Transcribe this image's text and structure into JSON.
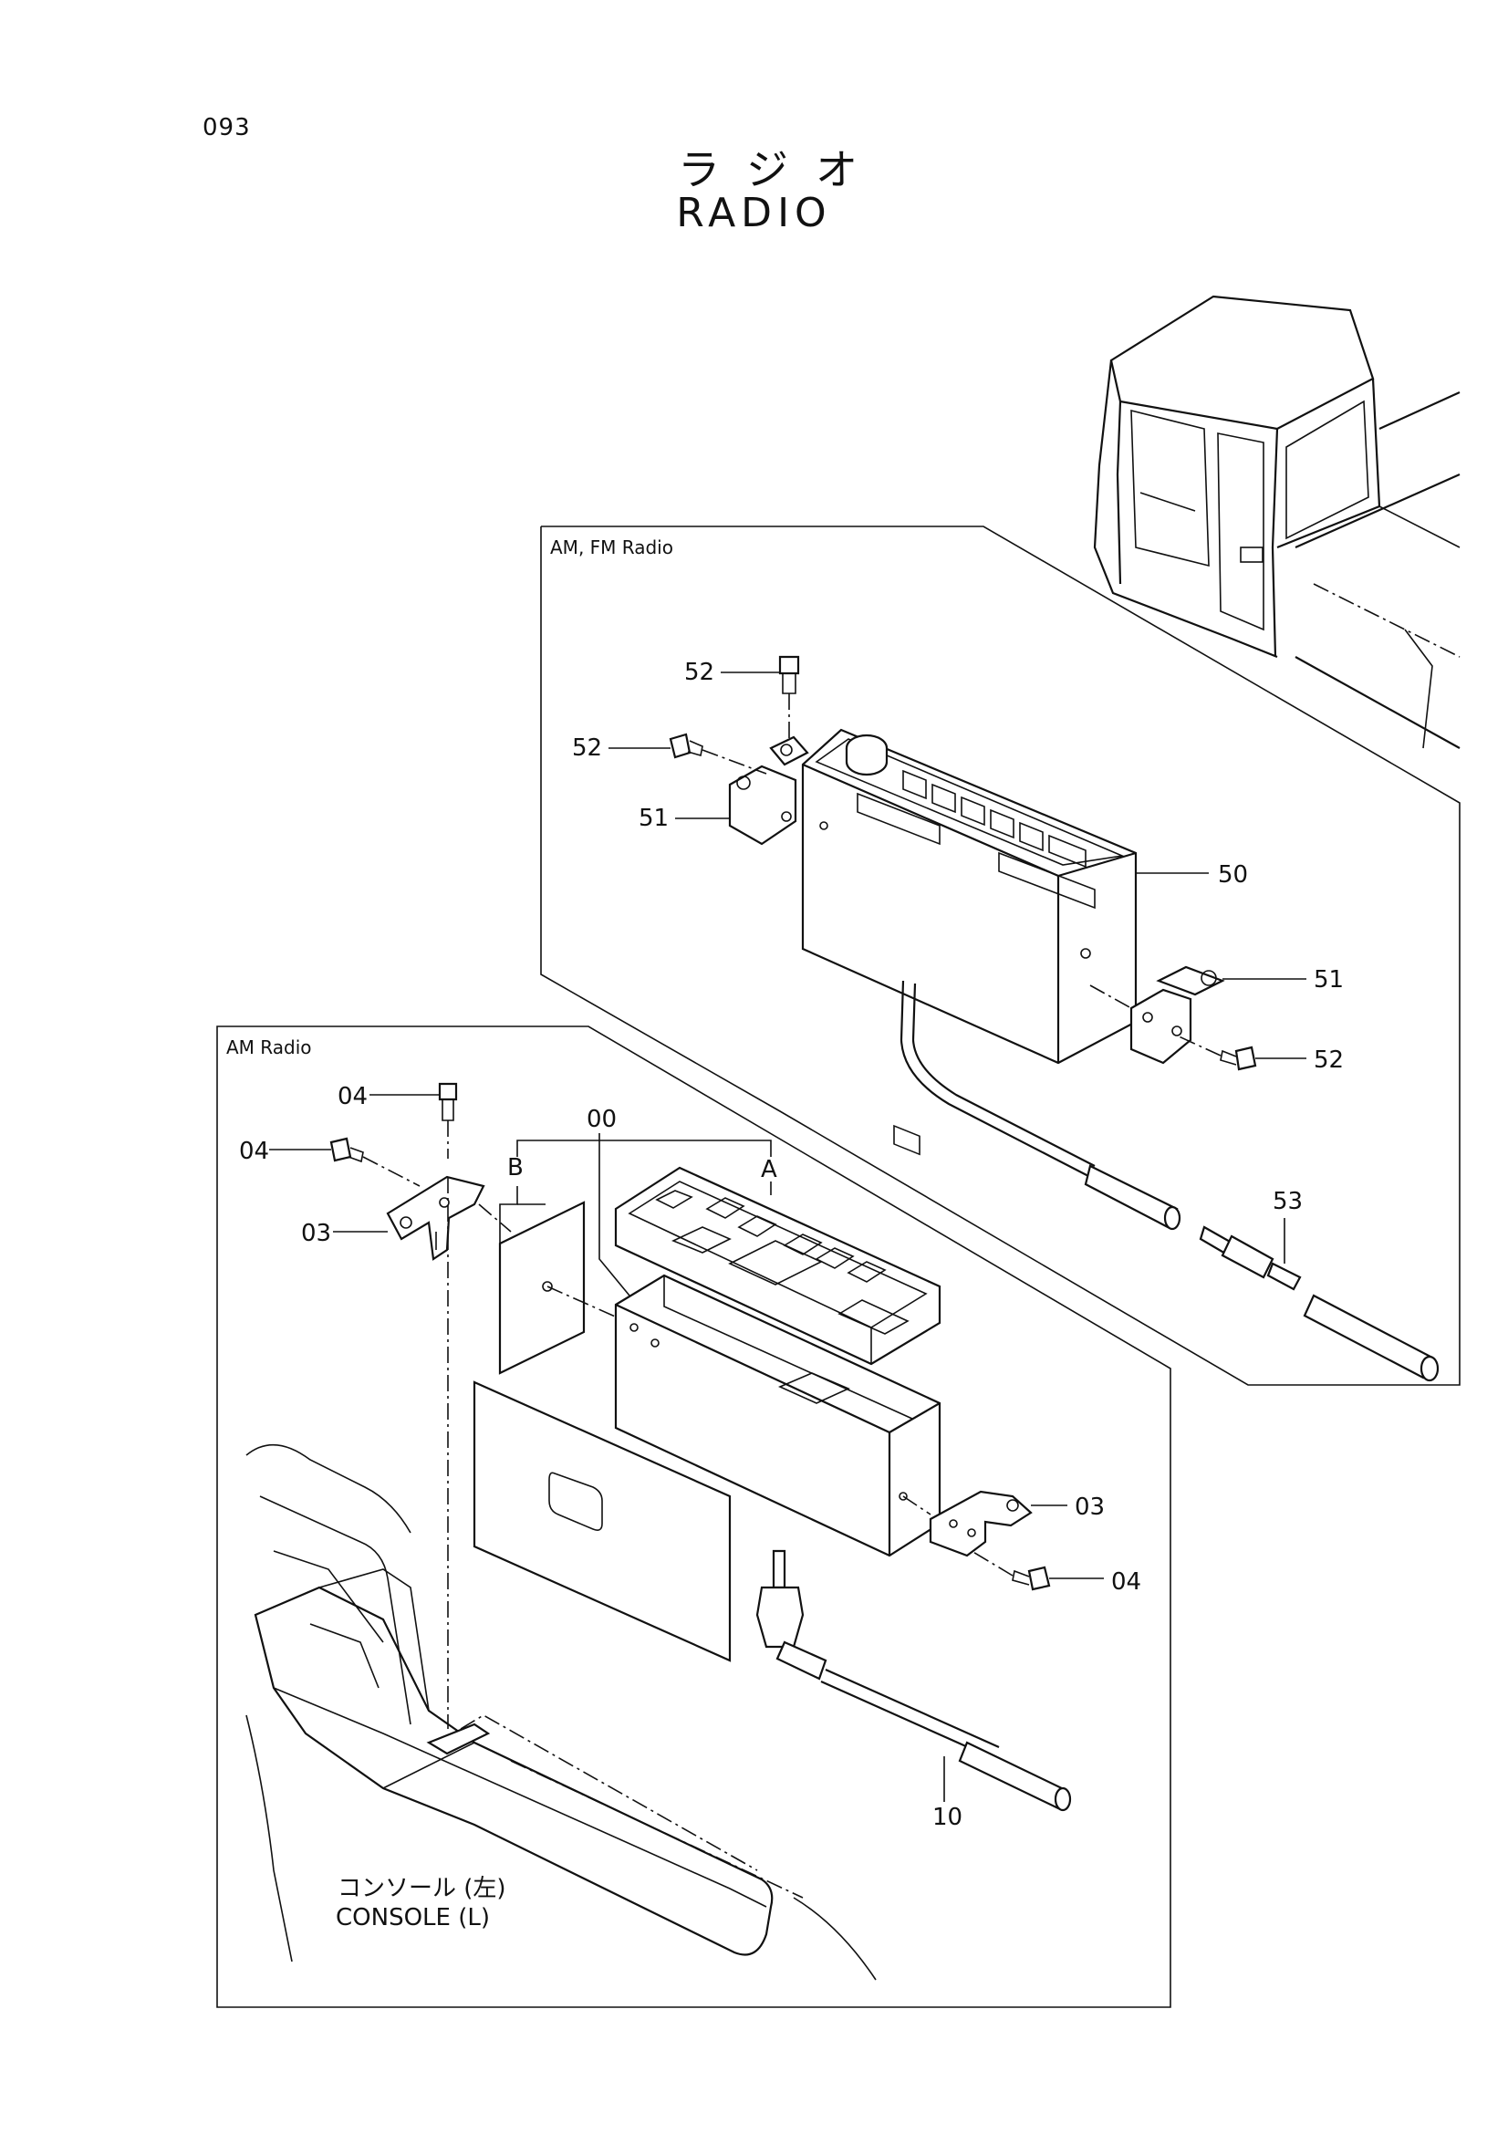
{
  "header": {
    "page_number": "093",
    "title_jp": "ラジオ",
    "title_en": "RADIO"
  },
  "panels": {
    "fm": {
      "label": "AM, FM Radio"
    },
    "am": {
      "label": "AM Radio"
    }
  },
  "callouts": {
    "p52_top": "52",
    "p52_left": "52",
    "p51_left": "51",
    "p50": "50",
    "p51_right": "51",
    "p52_right": "52",
    "p53": "53",
    "p00": "00",
    "pA": "A",
    "pB": "B",
    "p04_top": "04",
    "p04_left": "04",
    "p03_left": "03",
    "p03_right": "03",
    "p04_right": "04",
    "p10": "10"
  },
  "console": {
    "label_jp": "コンソール (左)",
    "label_en": "CONSOLE (L)"
  }
}
